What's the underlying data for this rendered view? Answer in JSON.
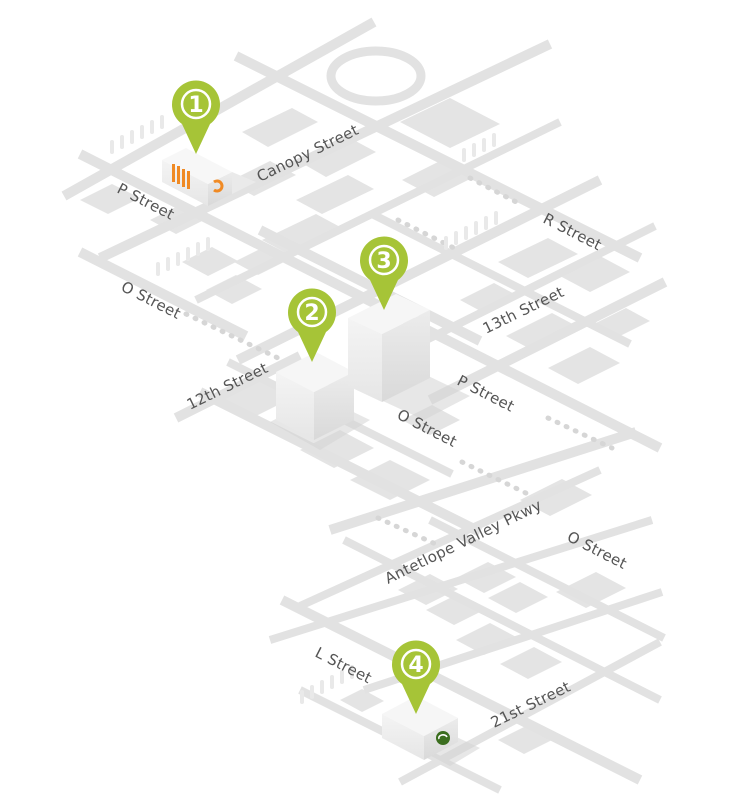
{
  "colors": {
    "road": "#e2e2e2",
    "block": "#e4e4e4",
    "pin": "#a6c437",
    "pin_ring": "#ffffff",
    "text": "#555555",
    "accent_orange": "#f08a24",
    "accent_green": "#3b6e1f"
  },
  "streets": {
    "canopy": "Canopy Street",
    "p_left": "P Street",
    "o_left": "O Street",
    "r_street": "R Street",
    "thirteenth": "13th Street",
    "twelfth": "12th Street",
    "p_mid": "P Street",
    "o_mid": "O Street",
    "antelope": "Antetlope Valley Pkwy",
    "o_right": "O Street",
    "l_street": "L Street",
    "twentyfirst": "21st Street"
  },
  "pins": [
    {
      "number": "1",
      "icon": "shop-building-icon"
    },
    {
      "number": "2",
      "icon": "tower-building-icon"
    },
    {
      "number": "3",
      "icon": "tower-building-icon"
    },
    {
      "number": "4",
      "icon": "phone-building-icon"
    }
  ],
  "landmarks": {
    "roundabout": "roundabout-icon",
    "trees": "tree-icon"
  }
}
